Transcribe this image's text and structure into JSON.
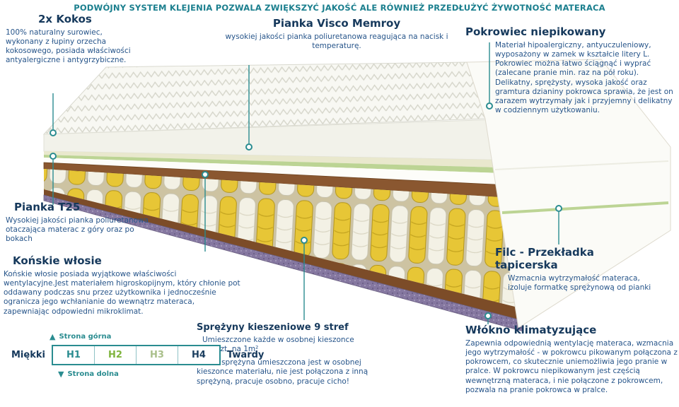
{
  "header": {
    "text": "PODWÓJNY SYSTEM KLEJENIA POZWALA ZWIĘKSZYĆ JAKOŚĆ ALE RÓWNIEŻ PRZEDŁUŻYĆ ŻYWOTNOŚĆ MATERACA"
  },
  "callouts": {
    "kokos": {
      "title": "2x Kokos",
      "body": "100% naturalny surowiec, wykonany z łupiny orzecha kokosowego, posiada właściwości antyalergiczne i antygrzybiczne."
    },
    "visco": {
      "title": "Pianka Visco Memroy",
      "body": "wysokiej jakości pianka poliuretanowa reagująca na nacisk i temperaturę."
    },
    "pokrowiec": {
      "title": "Pokrowiec niepikowany",
      "body": "Materiał hipoalergiczny, antyuczuleniowy, wyposażony w zamek w kształcie litery L. Pokrowiec można łatwo ściągnąć i wyprać (zalecane pranie min. raz na pół roku). Delikatny, sprężysty, wysoka jakość oraz gramtura dzianiny pokrowca sprawia, że jest on zarazem wytrzymały jak i przyjemny i delikatny w codziennym użytkowaniu."
    },
    "t25": {
      "title": "Pianka T25",
      "body": "Wysokiej jakości pianka poliuretanowa otaczająca materac z góry oraz po bokach"
    },
    "konskie": {
      "title": "Końskie włosie",
      "body": "Końskie włosie posiada wyjątkowe właściwości wentylacyjne.Jest materiałem higroskopijnym, który chłonie pot oddawany podczas snu przez użytkownika i jednocześnie ogranicza jego wchłanianie do wewnątrz materaca, zapewniając odpowiedni mikroklimat."
    },
    "sprezyny": {
      "title": "Sprężyny kieszeniowe 9 stref",
      "body1": "Umieszczone każde w osobnej kieszonce 262szt. na 1m²",
      "body2": "Każda sprężyna umieszczona jest w osobnej kieszonce materiału, nie jest połączona z inną sprężyną, pracuje osobno, pracuje cicho!"
    },
    "filc": {
      "title": "Filc - Przekładka tapicerska",
      "body": "Wzmacnia wytrzymałość materaca, izoluje formatkę sprężynową od pianki"
    },
    "wlokno": {
      "title": "Włókno klimatyzujące",
      "body": "Zapewnia odpowiednią wentylację materaca, wzmacnia jego wytrzymałość - w pokrowcu pikowanym połączona z pokrowcem, co skutecznie uniemożliwia jego pranie w pralce. W pokrowcu niepikowanym jest częścią wewnętrzną materaca, i nie połączone z pokrowcem, pozwala na pranie pokrowca w pralce."
    }
  },
  "scale": {
    "top_label": "Strona górna",
    "bottom_label": "Strona dolna",
    "left_label": "Miękki",
    "right_label": "Twardy",
    "levels": [
      {
        "label": "H1",
        "color": "#2a8c90"
      },
      {
        "label": "H2",
        "color": "#7fb43d"
      },
      {
        "label": "H3",
        "color": "#a9bf8a"
      },
      {
        "label": "H4",
        "color": "#1c3f60"
      }
    ]
  },
  "icons": {
    "arrow_up": "▲",
    "arrow_down": "▼"
  },
  "colors": {
    "accent_teal": "#2a8c90",
    "header_teal": "#1b7f8e",
    "heading_navy": "#16395c",
    "body_blue": "#27558a",
    "spring_yellow": "#e7c636",
    "layer_brown": "#8a5730",
    "layer_green": "#bcd494",
    "base_purple": "#8577a0"
  }
}
